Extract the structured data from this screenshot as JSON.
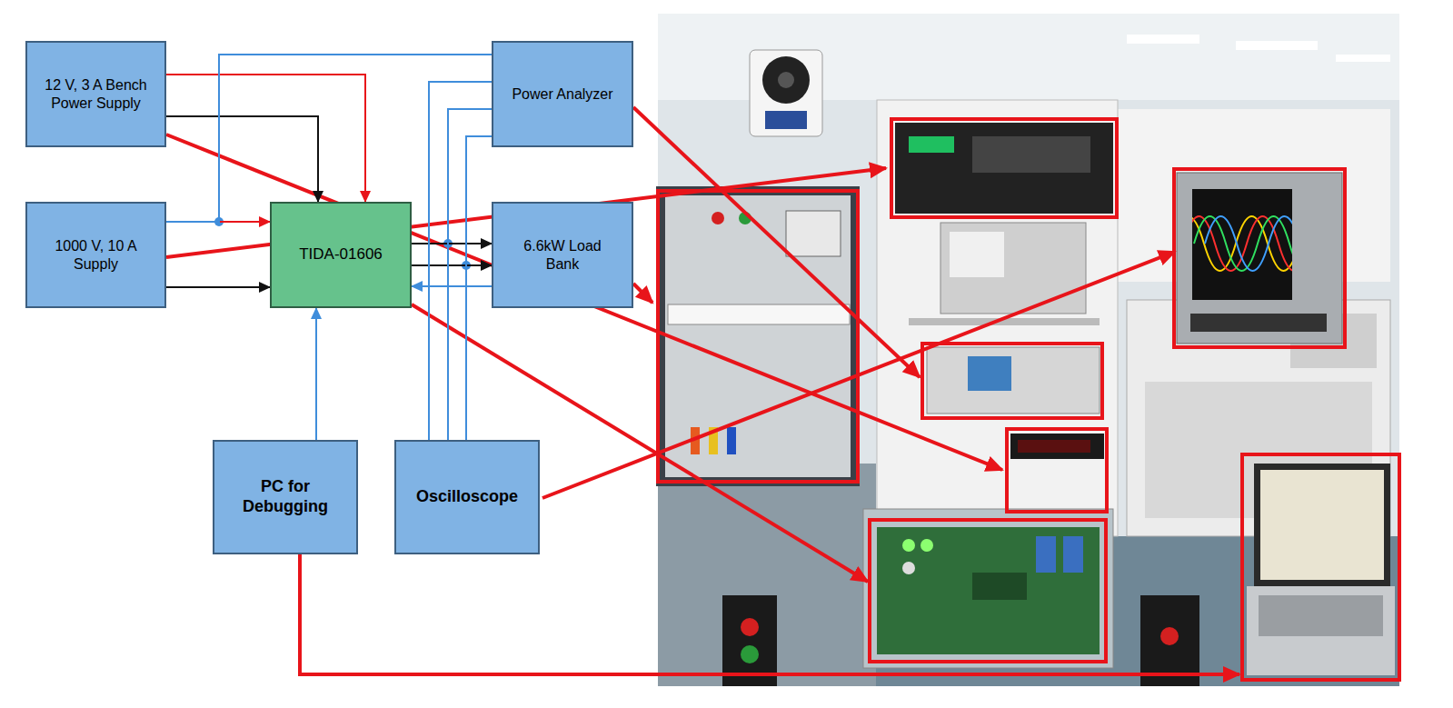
{
  "diagram": {
    "nodes": [
      {
        "text": [
          "12 V, 3 A Bench Power Supply"
        ]
      },
      {
        "text": [
          "Power Analyzer"
        ]
      },
      {
        "text": [
          "1000 V, 10 A Supply"
        ]
      },
      {
        "text": [
          "TIDA-01606"
        ]
      },
      {
        "text": [
          "6.6kW Load Bank"
        ]
      },
      {
        "text": [
          "PC for Debugging"
        ]
      },
      {
        "text": [
          "Oscilloscope"
        ]
      }
    ],
    "edges": [
      {
        "from": 0,
        "to": 3,
        "arrow": "to"
      },
      {
        "from": 0,
        "to": 3,
        "arrow": "to"
      },
      {
        "from": 2,
        "to": 3,
        "arrow": "to"
      },
      {
        "from": 2,
        "to": 3,
        "arrow": "to"
      },
      {
        "from": 2,
        "to": 1,
        "arrow": "none"
      },
      {
        "from": 3,
        "to": 4,
        "arrow": "to"
      },
      {
        "from": 3,
        "to": 4,
        "arrow": "to"
      },
      {
        "from": 4,
        "to": 3,
        "arrow": "to"
      },
      {
        "from": 5,
        "to": 3,
        "arrow": "to"
      },
      {
        "from": 1,
        "to": 6,
        "arrow": "none"
      },
      {
        "from": 1,
        "to": 6,
        "arrow": "none"
      },
      {
        "from": 1,
        "to": 6,
        "arrow": "none"
      }
    ]
  }
}
